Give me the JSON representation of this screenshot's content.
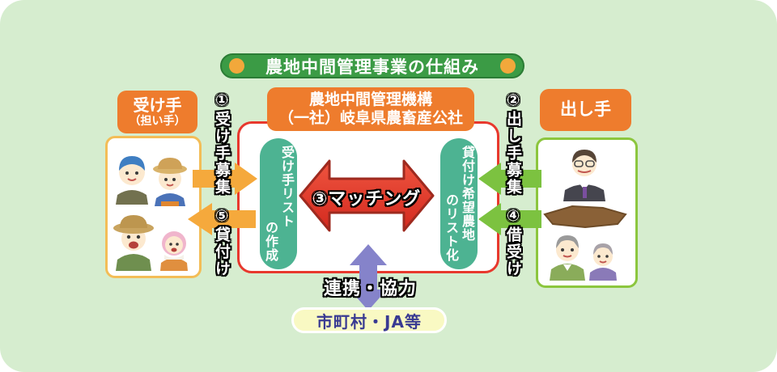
{
  "banner": {
    "title": "農地中間管理事業の仕組み"
  },
  "org_box": {
    "line1": "農地中間管理機構",
    "line2": "（一社）岐阜県農畜産公社"
  },
  "receiver_box": {
    "title": "受け手",
    "subtitle": "（担い手）"
  },
  "provider_box": {
    "title": "出し手"
  },
  "flows": {
    "recruit_receivers": "①受け手募集",
    "recruit_providers": "②出し手募集",
    "matching": "③マッチング",
    "borrow": "④借受け",
    "lend": "⑤貸付け"
  },
  "center": {
    "receiver_list": {
      "col1": "受け手リスト",
      "col2": "の作成"
    },
    "farmland_list": {
      "col1": "貸付け希望農地",
      "col2": "のリスト化"
    }
  },
  "bottom": {
    "cooperation": "連携・協力",
    "municipality": "市町村・JA等"
  },
  "colors": {
    "background": "#d6edcf",
    "banner_green": "#3b9b45",
    "banner_dot_orange": "#f2a83b",
    "header_orange": "#ee7c2d",
    "teal_pill": "#4db392",
    "red_arrow": "#e23c2c",
    "red_border": "#e8382d",
    "orange_arrow": "#f5a93c",
    "green_arrow": "#7cc240",
    "purple_arrow": "#8583ca",
    "municipality_yellow": "#f9f9c3",
    "municipality_text": "#393a92",
    "left_box_border": "#f3bd57",
    "right_box_border": "#8cc63e"
  }
}
